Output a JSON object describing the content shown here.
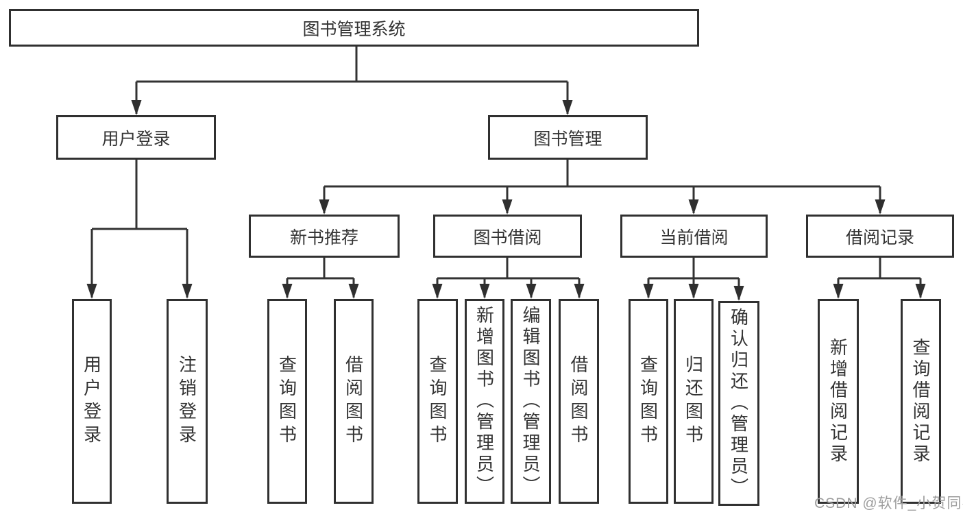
{
  "diagram": {
    "nodes": {
      "root": {
        "label": "图书管理系统"
      },
      "user_login": {
        "label": "用户登录"
      },
      "book_management": {
        "label": "图书管理"
      },
      "new_book_recommend": {
        "label": "新书推荐"
      },
      "book_borrowing": {
        "label": "图书借阅"
      },
      "current_borrowing": {
        "label": "当前借阅"
      },
      "borrowing_records": {
        "label": "借阅记录"
      },
      "leaf_user_login": {
        "label": "用户登录"
      },
      "leaf_logout": {
        "label": "注销登录"
      },
      "leaf_query_books_recommend": {
        "label": "查询图书"
      },
      "leaf_borrow_books_recommend": {
        "label": "借阅图书"
      },
      "leaf_query_books_borrow": {
        "label": "查询图书"
      },
      "leaf_add_books_admin": {
        "label": "新增图书（管理员）"
      },
      "leaf_edit_books_admin": {
        "label": "编辑图书（管理员）"
      },
      "leaf_borrow_books_borrow": {
        "label": "借阅图书"
      },
      "leaf_query_books_current": {
        "label": "查询图书"
      },
      "leaf_return_books": {
        "label": "归还图书"
      },
      "leaf_confirm_return_admin": {
        "label": "确认归还（管理员）"
      },
      "leaf_add_borrow_record": {
        "label": "新增借阅记录"
      },
      "leaf_query_borrow_record": {
        "label": "查询借阅记录"
      }
    },
    "colors": {
      "line": "#333333",
      "border": "#303030",
      "text": "#333333",
      "background": "#ffffff",
      "watermark": "#9e9e9e"
    }
  },
  "watermark": {
    "text": "CSDN @软件_小贺同学"
  }
}
